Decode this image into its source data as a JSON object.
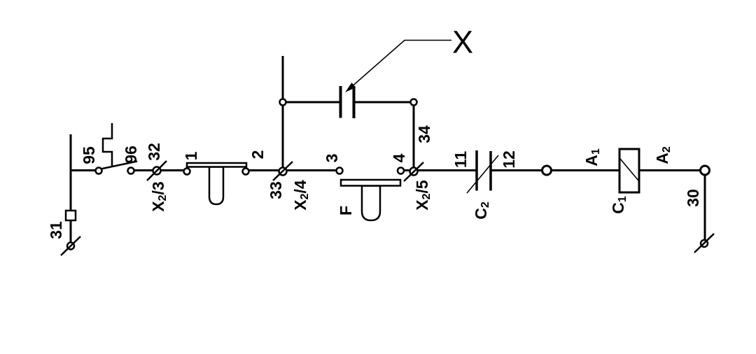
{
  "diagram": {
    "type": "electrical-control-circuit-schematic",
    "colors": {
      "background": "#ffffff",
      "line": "#000000"
    }
  },
  "labels": {
    "callout_x": "X",
    "t31": "31",
    "t95": "95",
    "t96": "96",
    "t32": "32",
    "x2_3_main": "X",
    "x2_3_sub": "2",
    "x2_3_rest": "/3",
    "t1": "1",
    "t2": "2",
    "t33": "33",
    "x2_4_main": "X",
    "x2_4_sub": "2",
    "x2_4_rest": "/4",
    "t3": "3",
    "f": "F",
    "t4": "4",
    "x2_5_main": "X",
    "x2_5_sub": "2",
    "x2_5_rest": "/5",
    "t34": "34",
    "t11": "11",
    "t12": "12",
    "c2_main": "C",
    "c2_sub": "2",
    "a1_main": "A",
    "a1_sub": "1",
    "c1_main": "C",
    "c1_sub": "1",
    "a2_main": "A",
    "a2_sub": "2",
    "t30": "30"
  }
}
